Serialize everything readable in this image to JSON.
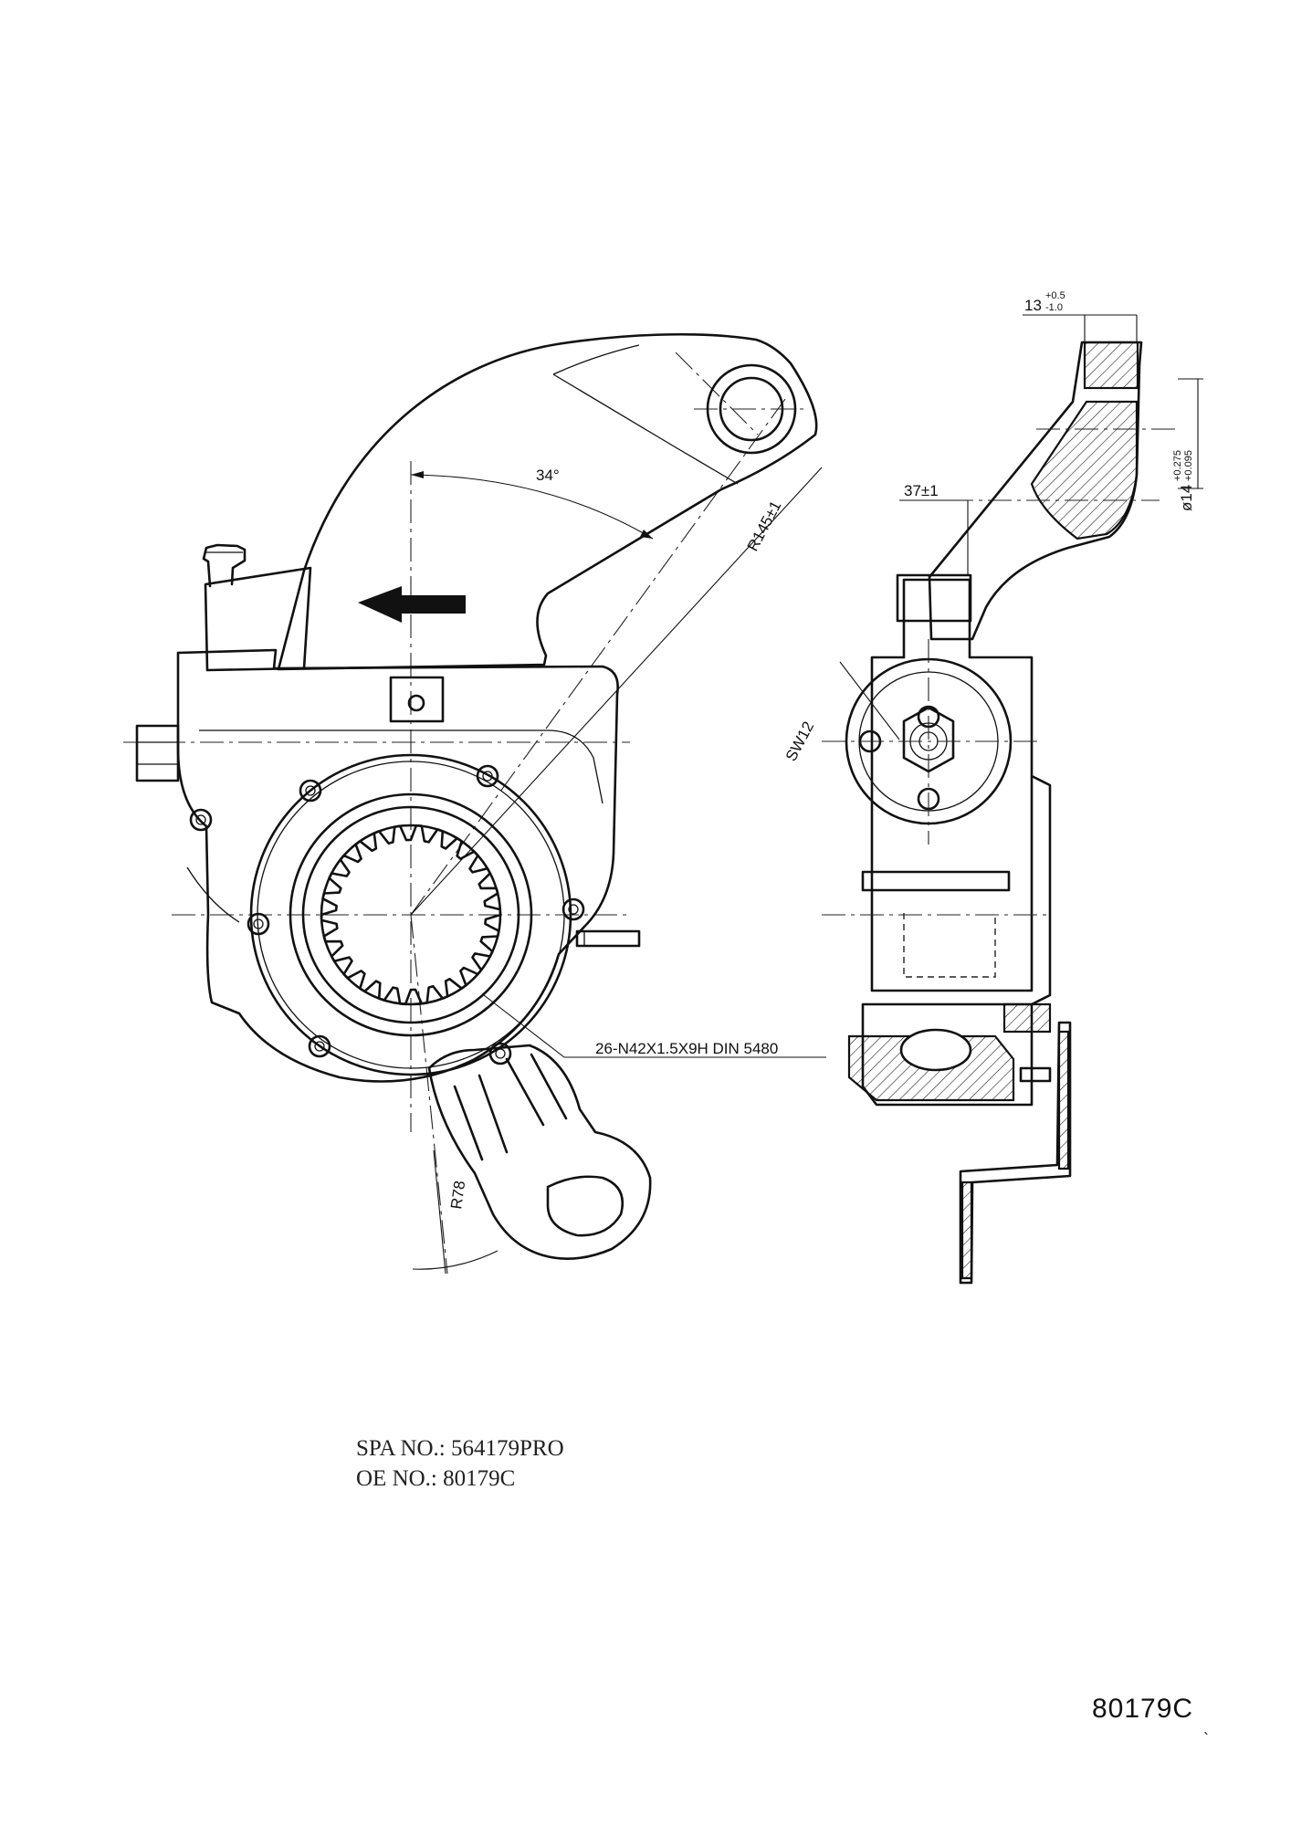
{
  "dimensions": {
    "angle": "34°",
    "radius_main": "R145±1",
    "radius_lever": "R78",
    "spline": "26-N42X1.5X9H  DIN  5480",
    "width_top": "13",
    "width_top_upper_tol": "+0.5",
    "width_top_lower_tol": "-1.0",
    "offset": "37±1",
    "wrench": "SW12",
    "hole_dia": "ø14",
    "hole_dia_upper_tol": "+0.275",
    "hole_dia_lower_tol": "+0.095"
  },
  "info": {
    "spa_line": "SPA NO.: 564179PRO",
    "oe_line": "OE NO.: 80179C"
  },
  "code_label": "80179C",
  "stray_mark": "`"
}
